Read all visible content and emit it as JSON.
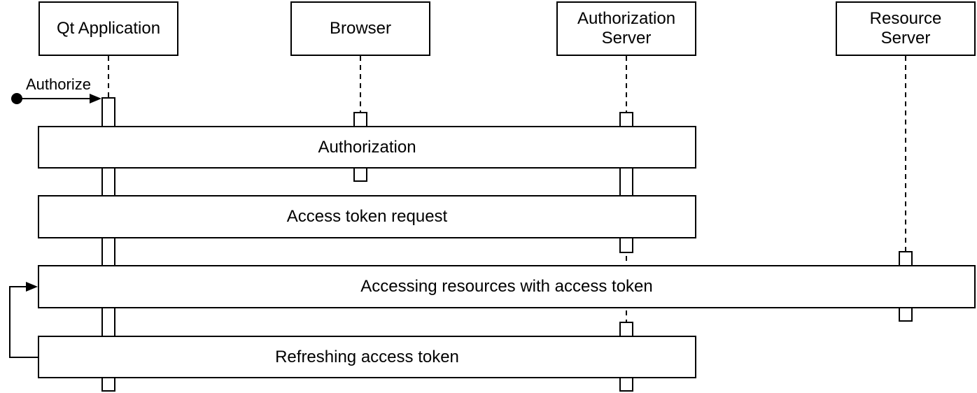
{
  "diagram_type": "uml-sequence-diagram",
  "actors": [
    {
      "label": "Qt Application"
    },
    {
      "label": "Browser"
    },
    {
      "label": "Authorization Server"
    },
    {
      "label": "Resource Server"
    }
  ],
  "start_message": {
    "label": "Authorize"
  },
  "frames": [
    {
      "label": "Authorization"
    },
    {
      "label": "Access token request"
    },
    {
      "label": "Accessing resources with access token"
    },
    {
      "label": "Refreshing access token"
    }
  ],
  "colors": {
    "stroke": "#000000",
    "fill": "#ffffff"
  }
}
